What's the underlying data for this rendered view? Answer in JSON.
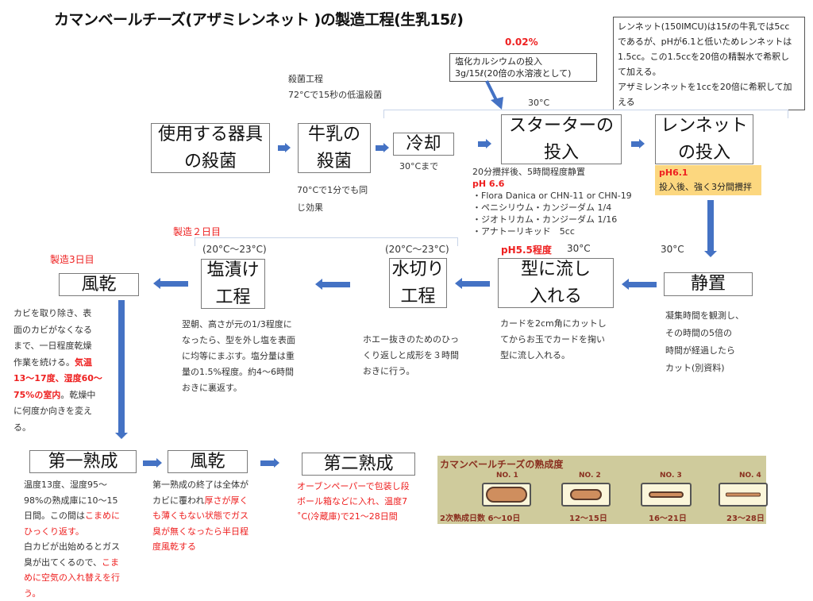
{
  "title": "カマンベールチーズ(アザミレンネット )の製造工程(生乳15ℓ)",
  "steps": {
    "sterilize_tools": {
      "line1": "使用する器具",
      "line2": "の殺菌"
    },
    "sterilize_milk": {
      "line1": "牛乳の",
      "line2": "殺菌",
      "note": [
        "70°Cで1分でも同",
        "じ効果"
      ]
    },
    "cooling": {
      "label": "冷却",
      "note": "30°Cまで"
    },
    "starter": {
      "line1": "スターターの",
      "line2": "投入",
      "temp": "30°C",
      "note": "20分攪拌後、5時間程度静置",
      "ph": "pH 6.6",
      "items": [
        "・Flora Danica or CHN-11 or CHN-19",
        "・ペニシリウム・カンジーダム 1/4",
        "・ジオトリカム・カンジーダム 1/16",
        "・アナトーリキッド　5cc"
      ]
    },
    "rennet": {
      "line1": "レンネット",
      "line2": "の投入",
      "ph": "pH6.1",
      "note": "投入後、強く3分間攪拌"
    },
    "rest": {
      "label": "静置",
      "temp": "30°C",
      "note": [
        "凝集時間を観測し、",
        "その時間の5倍の",
        "時間が経過したら",
        "カット(別資料)"
      ]
    },
    "mold": {
      "line1": "型に流し",
      "line2": "入れる",
      "ph": "pH5.5程度",
      "temp": "30°C",
      "note": [
        "カードを2cm角にカットし",
        "てからお玉でカードを掬い",
        "型に流し入れる。"
      ]
    },
    "drain": {
      "line1": "水切り",
      "line2": "工程",
      "temp": "(20°C〜23°C)",
      "note": [
        "ホエー抜きのためのひっ",
        "くり返しと成形を３時間",
        "おきに行う。"
      ]
    },
    "salting": {
      "line1": "塩漬け",
      "line2": "工程",
      "temp": "(20°C〜23°C)",
      "note": [
        "翌朝、高さが元の1/3程度に",
        "なったら、型を外し塩を表面",
        "に均等にまぶす。塩分量は重",
        "量の1.5%程度。約4〜6時間",
        "おきに裏返す。"
      ]
    },
    "air_dry1": {
      "label": "風乾",
      "note_a": [
        "カビを取り除き、表",
        "面のカビがなくなる",
        "まで、一日程度乾燥",
        "作業を続ける。"
      ],
      "note_red": [
        "気温",
        "13〜17度、湿度60〜",
        "75%の室内"
      ],
      "note_b": [
        "。乾燥中",
        "に何度か向きを変え",
        "る。"
      ]
    },
    "ripening1": {
      "label": "第一熟成",
      "note": [
        "温度13度、湿度95〜",
        "98%の熟成庫に10〜15",
        "日間。この間は"
      ],
      "red1": [
        "こまめに",
        "ひっくり返す。"
      ],
      "note2": [
        "白カビが出始めるとガス",
        "臭が出てくるので、"
      ],
      "red2": [
        "こま",
        "めに空気の入れ替えを行",
        "う。"
      ]
    },
    "air_dry2": {
      "label": "風乾",
      "note": [
        "第一熟成の終了は全体が",
        "カビに覆われ"
      ],
      "red": [
        "厚さが厚く",
        "も薄くもない状態でガス",
        "臭が無くなったら半日程",
        "度風乾する"
      ]
    },
    "ripening2": {
      "label": "第二熟成",
      "note": [
        "オーブンペーパーで包装し段",
        "ボール箱などに入れ、温度7",
        "˚C(冷蔵庫)で21〜28日間"
      ]
    }
  },
  "labels": {
    "sterilization_process": "殺菌工程",
    "sterilization_detail": "72°Cで15秒の低温殺菌",
    "calcium_percent": "0.02%",
    "calcium_box": [
      "塩化カルシウムの投入",
      "3g/15ℓ(20倍の水溶液として)"
    ],
    "rennet_info": [
      "レンネット(150IMCU)は15ℓの牛乳では5cc",
      "であるが、pHが6.1と低いためレンネットは",
      "1.5cc。この1.5ccを20倍の精製水で希釈し",
      "て加える。",
      "アザミレンネットを1ccを20倍に希釈して加",
      "える"
    ],
    "day2": "製造２日目",
    "day3": "製造3日目"
  },
  "ripeness_chart": {
    "title": "カマンベールチーズの熟成度",
    "stages": [
      {
        "no": "NO. 1",
        "days": "6〜10日"
      },
      {
        "no": "NO. 2",
        "days": "12〜15日"
      },
      {
        "no": "NO. 3",
        "days": "16〜21日"
      },
      {
        "no": "NO. 4",
        "days": "23〜28日"
      }
    ],
    "days_label": "2次熟成日数"
  },
  "colors": {
    "arrow": "#4472c4",
    "red_text": "#ee2020",
    "highlight": "#fcd77f",
    "chart_bg": "#cfcb9c"
  }
}
